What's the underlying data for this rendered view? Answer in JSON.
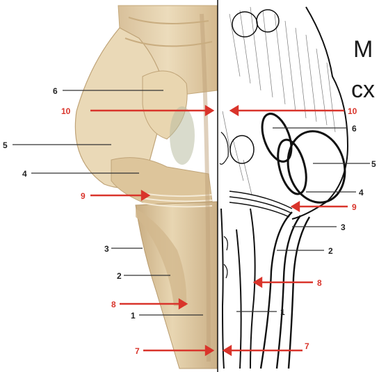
{
  "side_text": {
    "line1": "М",
    "line2": "сх"
  },
  "labels": {
    "l1": "1",
    "l2": "2",
    "l3": "3",
    "l4": "4",
    "l5": "5",
    "l6": "6",
    "l7": "7",
    "l8": "8",
    "l9": "9",
    "l10": "10",
    "r1": "1",
    "r2": "2",
    "r3": "3",
    "r4": "4",
    "r5": "5",
    "r6": "6",
    "r7": "7",
    "r8": "8",
    "r9": "9",
    "r10": "10"
  },
  "colors": {
    "black_label": "#222222",
    "red_label": "#d9342b",
    "illustration_tan": "#e6d2ab",
    "outline": "#111111"
  }
}
